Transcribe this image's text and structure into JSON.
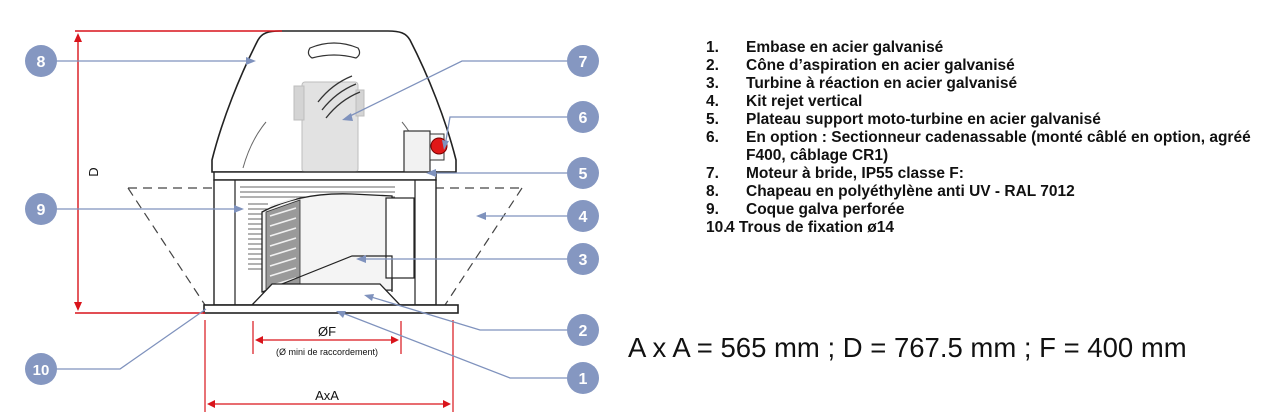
{
  "callouts": [
    {
      "num": "1",
      "text": "Embase en acier galvanisé"
    },
    {
      "num": "2",
      "text": "Cône d’aspiration en acier galvanisé"
    },
    {
      "num": "3",
      "text": "Turbine à réaction en acier galvanisé"
    },
    {
      "num": "4",
      "text": "Kit rejet vertical"
    },
    {
      "num": "5",
      "text": "Plateau support moto-turbine en acier galvanisé"
    },
    {
      "num": "6",
      "text": "En option : Sectionneur cadenassable (monté câblé en option, agréé F400, câblage CR1)"
    },
    {
      "num": "7",
      "text": "Moteur à bride, IP55 classe F:"
    },
    {
      "num": "8",
      "text": "Chapeau en polyéthylène anti UV - RAL 7012"
    },
    {
      "num": "9",
      "text": "Coque galva perforée"
    },
    {
      "num": "10",
      "text": "4 Trous de fixation ø14"
    }
  ],
  "legend_numbers": [
    "1.",
    "2.",
    "3.",
    "4.",
    "5.",
    "6.",
    "7.",
    "8.",
    "9.",
    "10."
  ],
  "dimensions": {
    "height_label": "D",
    "diameter_label": "ØF",
    "diameter_note": "(Ø mini de raccordement)",
    "width_label": "AxA"
  },
  "formula": "A x A = 565 mm ; D = 767.5 mm ; F = 400 mm",
  "colors": {
    "badge": "#8597c1",
    "leader": "#7f92bd",
    "dimension": "#d9141b",
    "switch_red": "#e01818"
  }
}
